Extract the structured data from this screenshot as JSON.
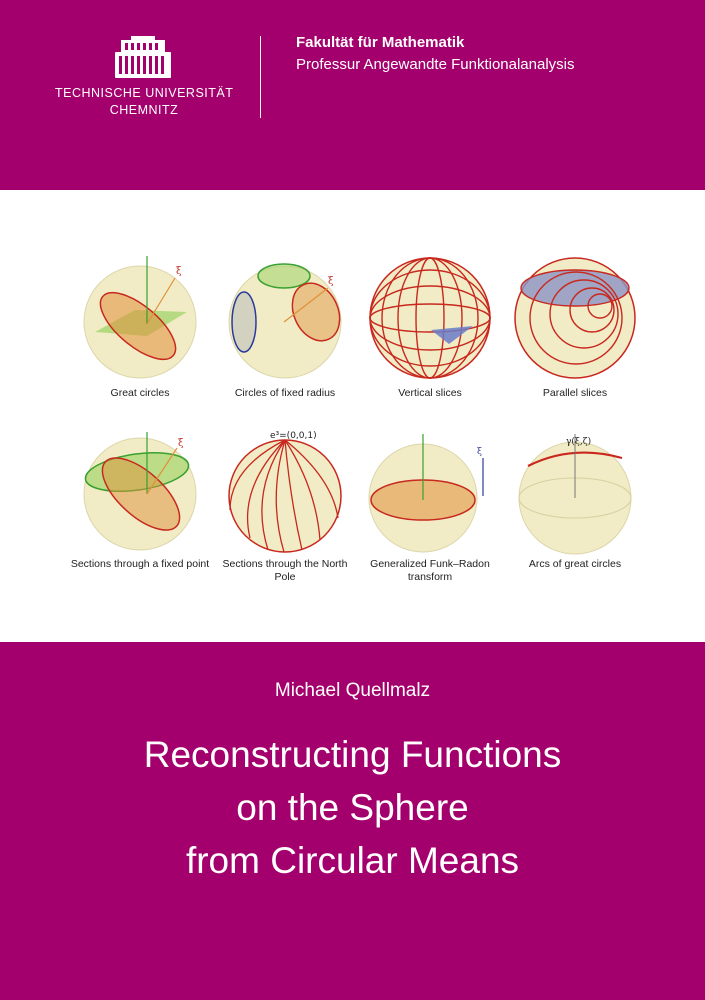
{
  "header": {
    "university_line1": "TECHNISCHE UNIVERSITÄT",
    "university_line2": "CHEMNITZ",
    "faculty": "Fakultät für Mathematik",
    "chair": "Professur Angewandte Funktionalanalysis"
  },
  "figures": [
    {
      "caption": "Great circles",
      "label": "ξ"
    },
    {
      "caption": "Circles of fixed radius",
      "label": "ξ"
    },
    {
      "caption": "Vertical slices",
      "label": ""
    },
    {
      "caption": "Parallel slices",
      "label": ""
    },
    {
      "caption": "Sections through a fixed point",
      "label": "ξ"
    },
    {
      "caption": "Sections through the North Pole",
      "label": "e³=(0,0,1)"
    },
    {
      "caption": "Generalized Funk–Radon transform",
      "label": "ξ"
    },
    {
      "caption": "Arcs of great circles",
      "label": "γ(ξ,ζ)"
    }
  ],
  "author": "Michael Quellmalz",
  "title": {
    "line1": "Reconstructing Functions",
    "line2": "on the Sphere",
    "line3": "from Circular Means"
  },
  "colors": {
    "brand": "#a4006d",
    "sphere": "#f1ecc6",
    "curve": "#c8281e",
    "plane_green": "#8fcf55",
    "plane_orange": "#e0903a",
    "circle_blue": "#2a3a9a",
    "axis_green": "#3aa030"
  }
}
